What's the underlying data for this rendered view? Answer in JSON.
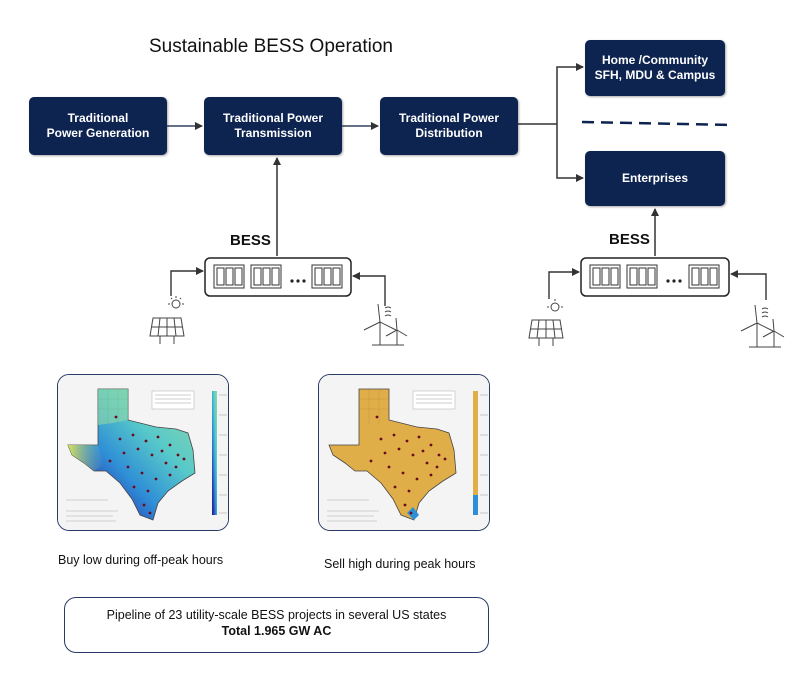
{
  "title": "Sustainable BESS Operation",
  "boxes": {
    "generation": [
      "Traditional",
      "Power Generation"
    ],
    "transmission": [
      "Traditional Power",
      "Transmission"
    ],
    "distribution": [
      "Traditional Power",
      "Distribution"
    ],
    "home": [
      "Home /Community",
      "SFH, MDU & Campus"
    ],
    "enterprises": [
      "Enterprises"
    ]
  },
  "bess_label": "BESS",
  "captions": {
    "left": "Buy low during off-peak hours",
    "right": "Sell high during peak hours"
  },
  "pipeline": {
    "line1": "Pipeline of 23 utility-scale BESS projects in several US states",
    "line2": "Total 1.965 GW AC"
  },
  "colors": {
    "box_fill": "#0d2350",
    "map_left_gradient": [
      "#2b2fae",
      "#2f8fd6",
      "#57c9c9",
      "#8fd8a8",
      "#d8e35a"
    ],
    "map_right_fill": "#e0ae48"
  }
}
